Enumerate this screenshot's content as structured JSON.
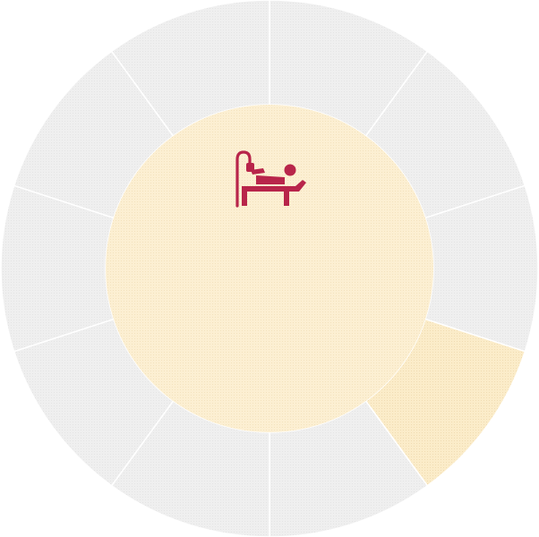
{
  "dial": {
    "segments": [
      {
        "id": "seg-1",
        "active": false
      },
      {
        "id": "seg-2",
        "active": false
      },
      {
        "id": "seg-3",
        "active": false
      },
      {
        "id": "seg-4",
        "active": true
      },
      {
        "id": "seg-5",
        "active": false
      },
      {
        "id": "seg-6",
        "active": false
      },
      {
        "id": "seg-7",
        "active": false
      },
      {
        "id": "seg-8",
        "active": false
      },
      {
        "id": "seg-9",
        "active": false
      },
      {
        "id": "seg-10",
        "active": false
      }
    ],
    "center_icon": "hospital-bed-patient-icon"
  },
  "colors": {
    "segment_fill": "#efefef",
    "segment_active_fill": "#fbecc9",
    "segment_divider": "#ffffff",
    "center_fill": "#fcefd2",
    "icon_color": "#b8254a"
  }
}
